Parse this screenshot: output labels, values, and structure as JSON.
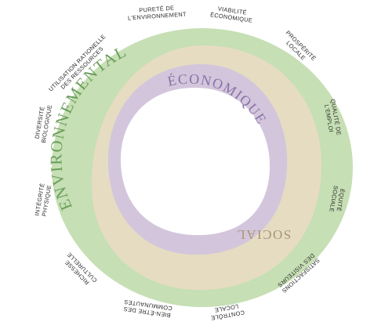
{
  "colors": {
    "environmental": "#c6dfb4",
    "social": "#e6dcc2",
    "economic": "#d3c6dc",
    "center": "#ffffff",
    "env_text": "#6a9e5a",
    "social_text": "#a99576",
    "eco_text": "#8a70a8",
    "label_text": "#2a2a2a"
  },
  "rings": {
    "environmental": "ENVIRONNEMENTAL",
    "social": "SOCIAL",
    "economic": "ÉCONOMIQUE"
  },
  "labels": {
    "purete": [
      "PURETÉ DE",
      "L'ENVIRONNEMENT"
    ],
    "viabilite": [
      "VIABILITÉ",
      "ÉCONOMIQUE"
    ],
    "prosperite": [
      "PROSPÉRITÉ",
      "LOCALE"
    ],
    "qualite_emploi": [
      "QUALITÉ DE",
      "L'EMPLOI"
    ],
    "equite": [
      "ÉQUITÉ",
      "SOCIALE"
    ],
    "satisfaction": [
      "SATISFACTIONS",
      "DES VISITEURS"
    ],
    "controle": [
      "CONTRÔLE",
      "LOCALE"
    ],
    "bien_etre": [
      "BIEN-ÊTRE DES",
      "COMMUNAUTÉS"
    ],
    "richesse": [
      "RICHESSE",
      "CULTURELLE"
    ],
    "integrite": [
      "INTÉGRITÉ",
      "PHYSIQUE"
    ],
    "diversite": [
      "DIVERSITÉ",
      "BIOLOGIQUE"
    ],
    "utilisation": [
      "UTILISATION RATIONELLE",
      "DES RESSOURCES"
    ]
  }
}
